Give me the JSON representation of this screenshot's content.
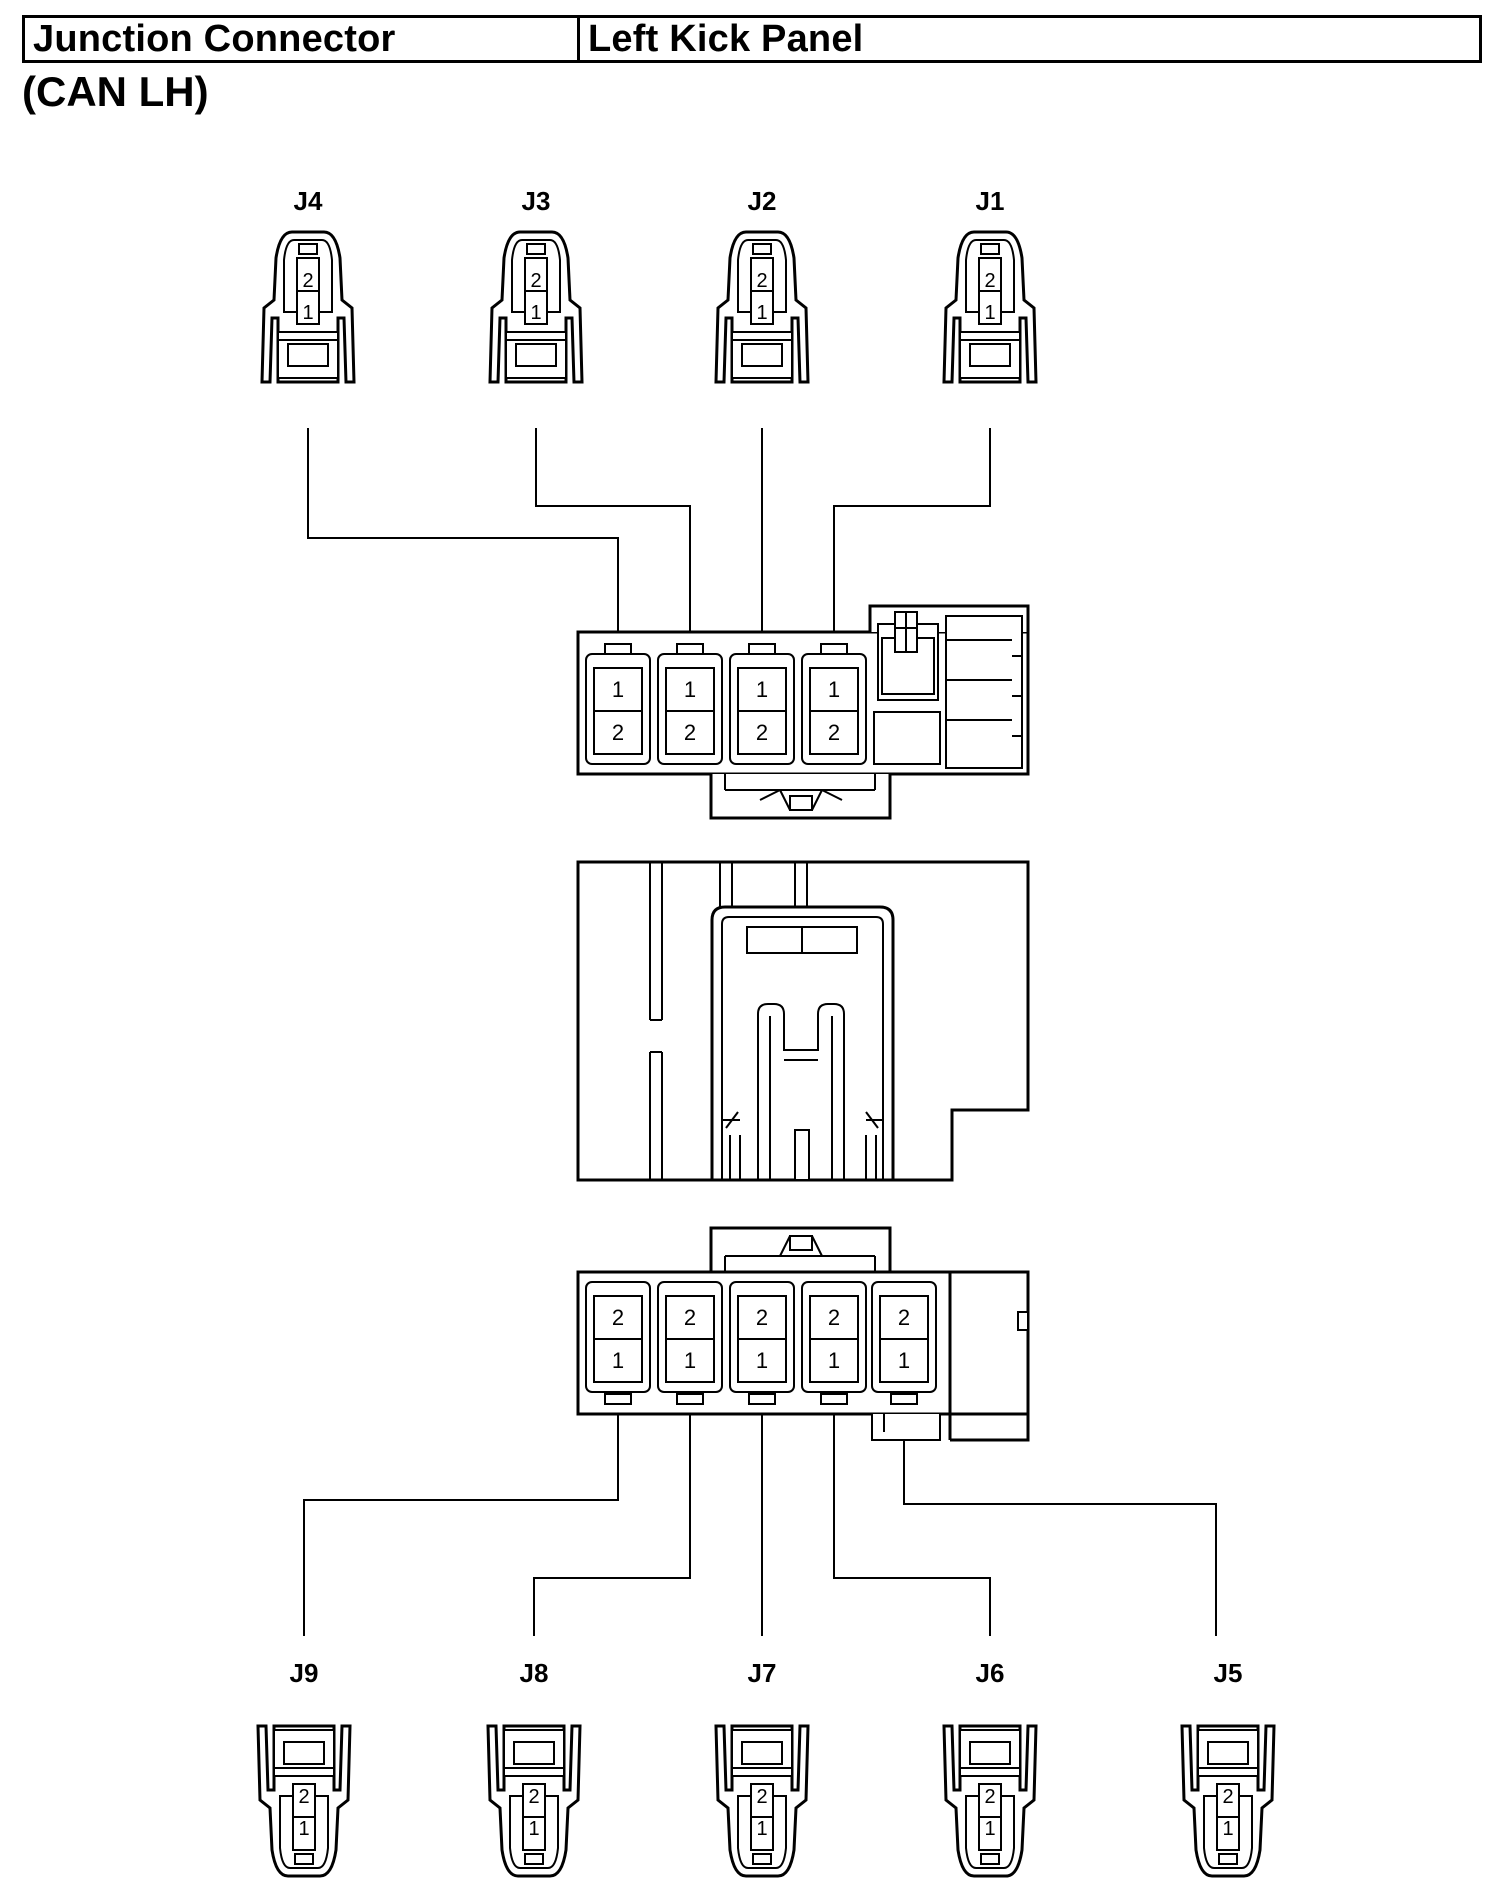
{
  "header": {
    "part_name": "Junction Connector",
    "location": "Left Kick Panel"
  },
  "subtitle": "(CAN LH)",
  "top_connectors": [
    {
      "label": "J4",
      "pins": [
        "2",
        "1"
      ]
    },
    {
      "label": "J3",
      "pins": [
        "2",
        "1"
      ]
    },
    {
      "label": "J2",
      "pins": [
        "2",
        "1"
      ]
    },
    {
      "label": "J1",
      "pins": [
        "2",
        "1"
      ]
    }
  ],
  "bottom_connectors": [
    {
      "label": "J9",
      "pins": [
        "1",
        "2"
      ]
    },
    {
      "label": "J8",
      "pins": [
        "1",
        "2"
      ]
    },
    {
      "label": "J7",
      "pins": [
        "1",
        "2"
      ]
    },
    {
      "label": "J6",
      "pins": [
        "1",
        "2"
      ]
    },
    {
      "label": "J5",
      "pins": [
        "1",
        "2"
      ]
    }
  ],
  "upper_block_cavities": [
    {
      "pins": [
        "1",
        "2"
      ]
    },
    {
      "pins": [
        "1",
        "2"
      ]
    },
    {
      "pins": [
        "1",
        "2"
      ]
    },
    {
      "pins": [
        "1",
        "2"
      ]
    }
  ],
  "lower_block_cavities": [
    {
      "pins": [
        "2",
        "1"
      ]
    },
    {
      "pins": [
        "2",
        "1"
      ]
    },
    {
      "pins": [
        "2",
        "1"
      ]
    },
    {
      "pins": [
        "2",
        "1"
      ]
    },
    {
      "pins": [
        "2",
        "1"
      ]
    }
  ]
}
